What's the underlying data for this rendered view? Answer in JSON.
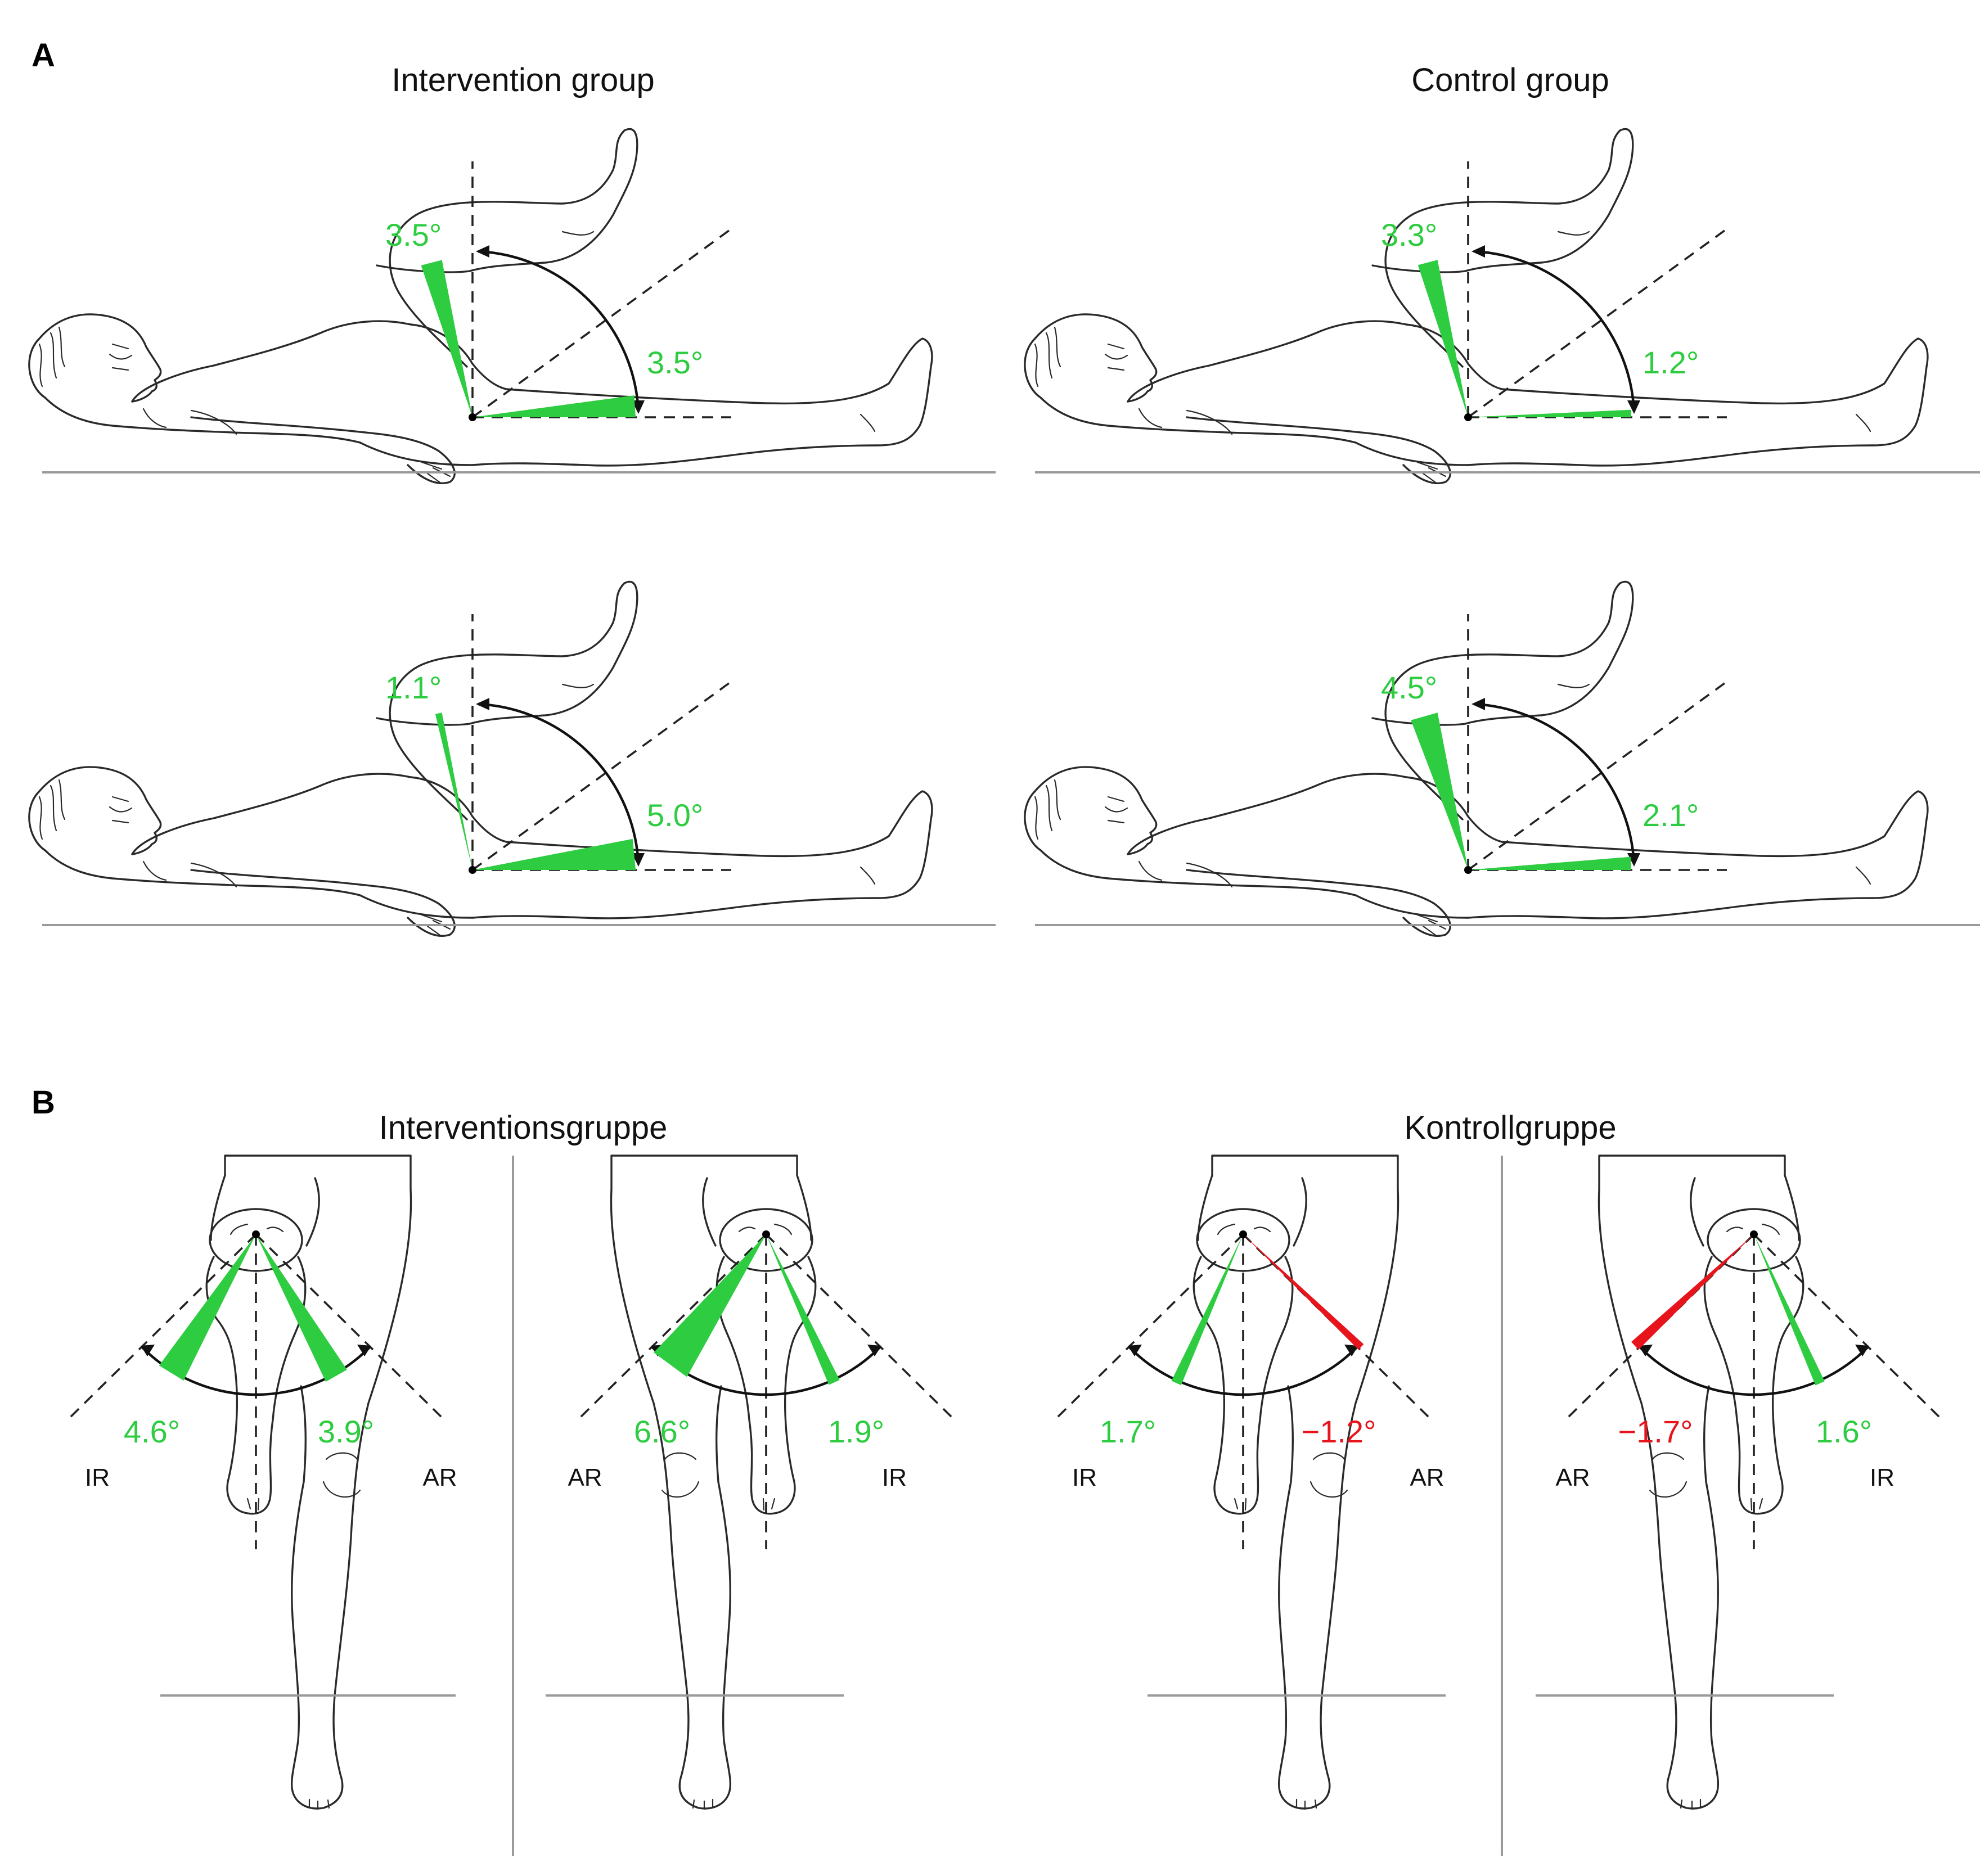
{
  "panel_a": {
    "letter": "A",
    "groups": [
      {
        "title": "Intervention group",
        "figures": [
          {
            "flexion_value": "3.5°",
            "extension_value": "3.5°",
            "flexion_color": "#2ecc40",
            "extension_color": "#2ecc40"
          },
          {
            "flexion_value": "1.1°",
            "extension_value": "5.0°",
            "flexion_color": "#2ecc40",
            "extension_color": "#2ecc40"
          }
        ]
      },
      {
        "title": "Control group",
        "figures": [
          {
            "flexion_value": "3.3°",
            "extension_value": "1.2°",
            "flexion_color": "#2ecc40",
            "extension_color": "#2ecc40"
          },
          {
            "flexion_value": "4.5°",
            "extension_value": "2.1°",
            "flexion_color": "#2ecc40",
            "extension_color": "#2ecc40"
          }
        ]
      }
    ]
  },
  "panel_b": {
    "letter": "B",
    "groups": [
      {
        "title": "Interventionsgruppe",
        "figures": [
          {
            "left_label": "IR",
            "right_label": "AR",
            "left_value": "4.6°",
            "right_value": "3.9°",
            "left_color": "#2ecc40",
            "right_color": "#2ecc40"
          },
          {
            "left_label": "AR",
            "right_label": "IR",
            "left_value": "6.6°",
            "right_value": "1.9°",
            "left_color": "#2ecc40",
            "right_color": "#2ecc40"
          }
        ]
      },
      {
        "title": "Kontrollgruppe",
        "figures": [
          {
            "left_label": "IR",
            "right_label": "AR",
            "left_value": "1.7°",
            "right_value": "−1.2°",
            "left_color": "#2ecc40",
            "right_color": "#e8141c"
          },
          {
            "left_label": "AR",
            "right_label": "IR",
            "left_value": "−1.7°",
            "right_value": "1.6°",
            "left_color": "#e8141c",
            "right_color": "#2ecc40"
          }
        ]
      }
    ]
  },
  "colors": {
    "positive": "#2ecc40",
    "negative": "#e8141c",
    "line": "#2a2a2a",
    "floor": "#9a9a9a"
  }
}
